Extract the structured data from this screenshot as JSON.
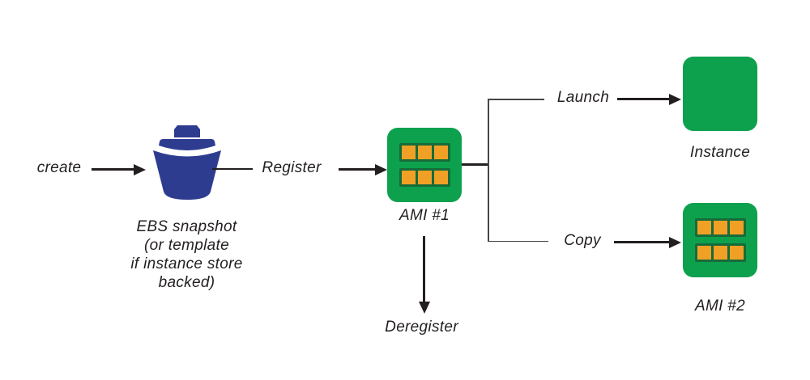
{
  "colors": {
    "green": "#0da14e",
    "orange": "#f0a125",
    "chip_frame_green": "#176b3a",
    "navy": "#2e3c90",
    "arrow_black": "#231f20",
    "connector_gray": "#474747",
    "text": "#231f20",
    "background": "#ffffff"
  },
  "nodes": {
    "create": {
      "label": "create"
    },
    "ebs_snapshot": {
      "icon": "bucket-icon",
      "caption": [
        "EBS snapshot",
        "(or template",
        "if instance store",
        "backed)"
      ]
    },
    "ami_1": {
      "icon": "ami-icon",
      "label": "AMI #1"
    },
    "instance": {
      "icon": "instance-icon",
      "label": "Instance"
    },
    "ami_2": {
      "icon": "ami-icon",
      "label": "AMI #2"
    }
  },
  "edges": {
    "register": {
      "label": "Register"
    },
    "launch": {
      "label": "Launch"
    },
    "copy": {
      "label": "Copy"
    },
    "deregister": {
      "label": "Deregister"
    }
  }
}
